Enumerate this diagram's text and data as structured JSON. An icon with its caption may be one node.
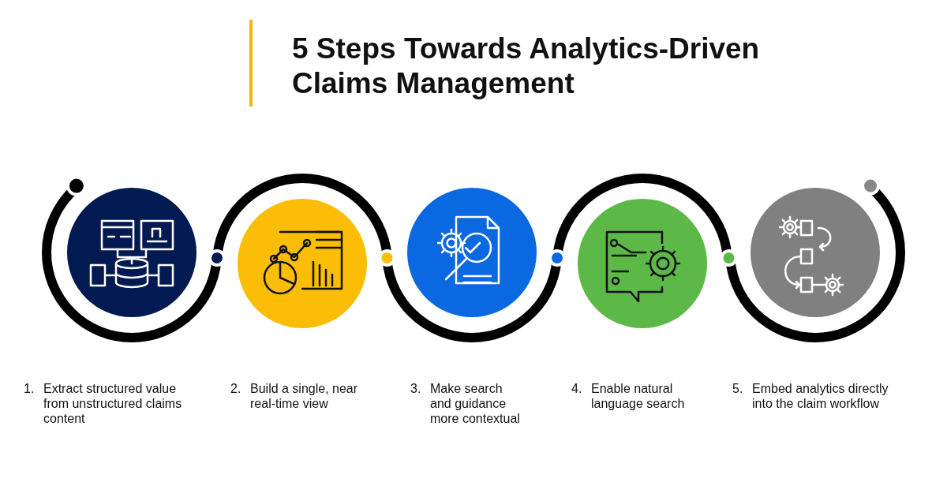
{
  "diagram": {
    "title": "5 Steps Towards Analytics-Driven Claims Management",
    "nodes": [
      {
        "text": [],
        "shape": "circle",
        "beside": [
          "1.",
          "Extract structured value from unstructured claims content"
        ]
      },
      {
        "text": [],
        "shape": "circle",
        "beside": [
          "2.",
          "Build a single, near real-time view"
        ]
      },
      {
        "text": [],
        "shape": "circle",
        "beside": [
          "3.",
          "Make search and guidance more contextual"
        ]
      },
      {
        "text": [],
        "shape": "circle",
        "beside": [
          "4.",
          "Enable natural language search"
        ]
      },
      {
        "text": [],
        "shape": "circle",
        "beside": [
          "5.",
          "Embed analytics directly into the claim workflow"
        ]
      }
    ],
    "edges": [
      {
        "from": null,
        "to": 0,
        "arrow": "other"
      },
      {
        "from": 0,
        "to": 1,
        "arrow": "none"
      },
      {
        "from": 1,
        "to": 2,
        "arrow": "none"
      },
      {
        "from": 2,
        "to": 3,
        "arrow": "none"
      },
      {
        "from": 3,
        "to": 4,
        "arrow": "none"
      },
      {
        "from": 4,
        "to": null,
        "arrow": "other"
      }
    ]
  }
}
